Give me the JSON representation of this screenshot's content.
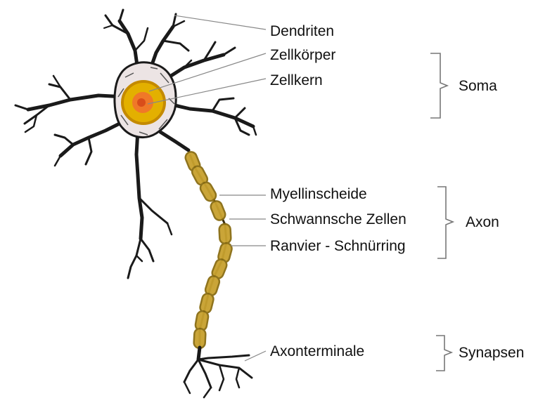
{
  "diagram": {
    "structure_labels": {
      "dendrites": "Dendriten",
      "cell_body": "Zellkörper",
      "nucleus": "Zellkern",
      "myelin_sheath": "Myellinscheide",
      "schwann_cells": "Schwannsche Zellen",
      "node_of_ranvier": "Ranvier - Schnürring",
      "axon_terminal": "Axonterminale"
    },
    "group_labels": {
      "soma": "Soma",
      "axon": "Axon",
      "synapses": "Synapsen"
    },
    "colors": {
      "membrane": "#1a1a1a",
      "cytoplasm": "#ece4e4",
      "soma_core": "#e3b000",
      "soma_ring": "#c48a00",
      "nucleus": "#f07828",
      "nucleolus": "#d94d1a",
      "myelin": "#c8a12e",
      "myelin_edge": "#8a6d12",
      "leader_line": "#888888",
      "bracket": "#777777"
    }
  }
}
